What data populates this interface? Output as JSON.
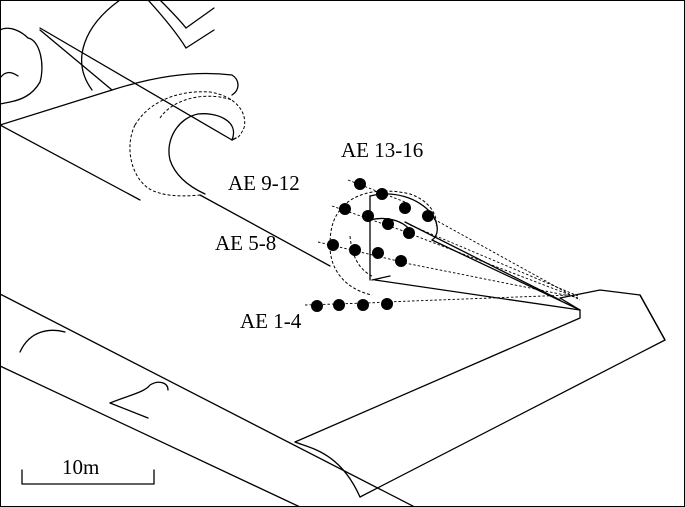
{
  "sensor_groups": [
    {
      "label": "AE 13-16",
      "sensor_count": 4
    },
    {
      "label": "AE 9-12",
      "sensor_count": 4
    },
    {
      "label": "AE 5-8",
      "sensor_count": 4
    },
    {
      "label": "AE 1-4",
      "sensor_count": 4
    }
  ],
  "scale_bar": {
    "label": "10m"
  },
  "colors": {
    "line": "#000000",
    "sensor": "#000000",
    "background": "#ffffff"
  }
}
